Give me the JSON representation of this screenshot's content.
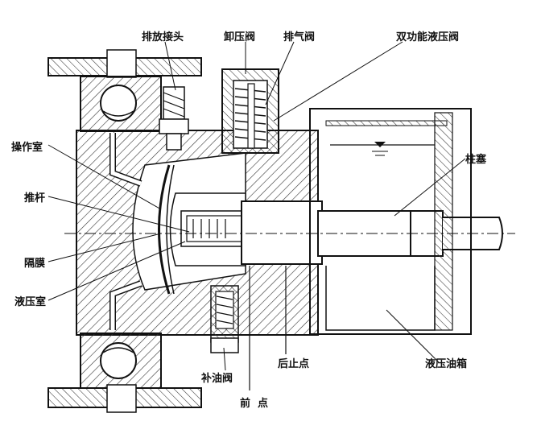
{
  "labels": {
    "drain_fitting": "排放接头",
    "relief_valve": "卸压阀",
    "vent_valve": "排气阀",
    "dual_function_valve": "双功能液压阀",
    "operating_chamber": "操作室",
    "plunger": "柱塞",
    "push_rod": "推杆",
    "diaphragm": "隔膜",
    "hydraulic_chamber": "液压室",
    "refill_valve": "补油阀",
    "rear_stop": "后止点",
    "oil_tank": "液压油箱",
    "front_stop": "前  点"
  },
  "colors": {
    "line": "#111111",
    "hatch": "#333333",
    "paper": "#ffffff"
  }
}
